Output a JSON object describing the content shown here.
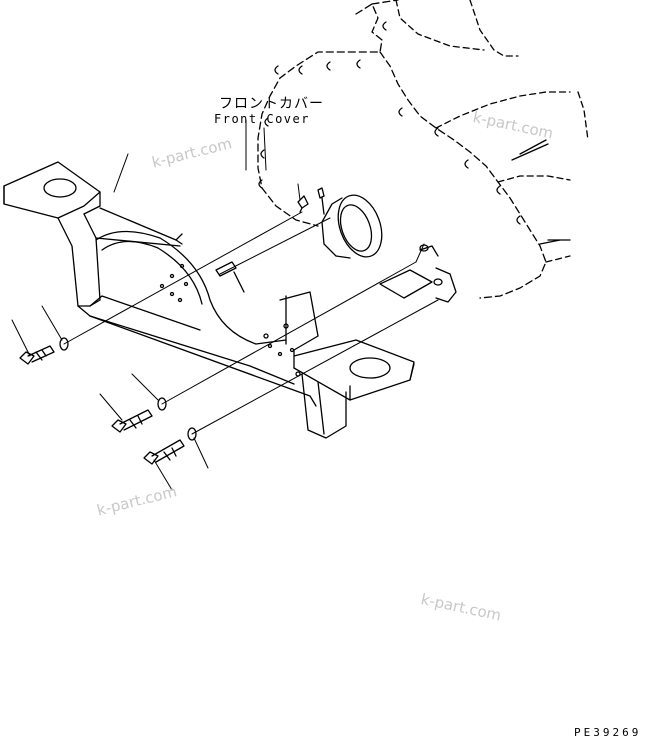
{
  "labels": {
    "front_cover_jp": "フロントカバー",
    "front_cover_en": "Front Cover",
    "drawing_code": "PE39269"
  },
  "watermarks": [
    "k-part.com",
    "k-part.com",
    "k-part.com",
    "k-part.com"
  ],
  "colors": {
    "line": "#000000",
    "watermark": "#c8c8c8",
    "background": "#ffffff"
  }
}
